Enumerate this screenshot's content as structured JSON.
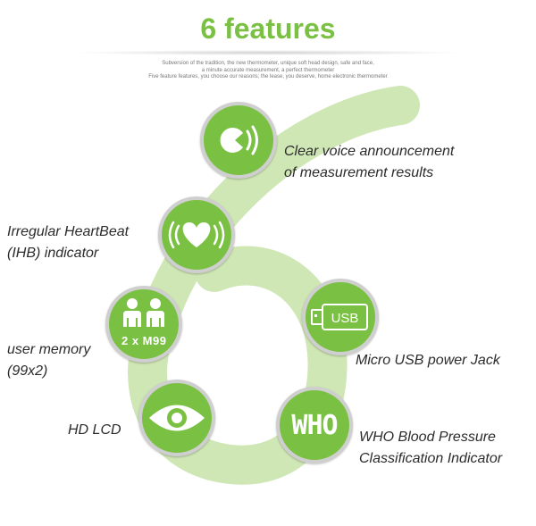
{
  "header": {
    "title": "6 features",
    "subtitle_lines": [
      "Subversion of the tradition, the new thermometer, unique soft head design, safe and face,",
      "a minute accurate measurement, a perfect thermometer",
      "Five feature features, you choose our reasons; the lease, you deserve, home electronic thermometer"
    ]
  },
  "colors": {
    "brand_green": "#7ac143",
    "six_green": "#cfe6b5",
    "badge_ring": "#cfcfcf",
    "text": "#2b2b2b"
  },
  "features": {
    "voice": {
      "icon": "voice-speaker-icon",
      "lines": [
        "Clear voice announcement",
        "of measurement results"
      ]
    },
    "ihb": {
      "icon": "heartbeat-icon",
      "lines": [
        "Irregular HeartBeat",
        "(IHB) indicator"
      ]
    },
    "memory": {
      "icon": "two-users-icon",
      "badge_text": "2 x M99",
      "lines": [
        "user memory",
        "(99x2)"
      ]
    },
    "usb": {
      "icon": "usb-icon",
      "badge_text": "USB",
      "lines": [
        "Micro USB power Jack"
      ]
    },
    "lcd": {
      "icon": "eye-icon",
      "lines": [
        "HD LCD"
      ]
    },
    "who": {
      "icon": "who-icon",
      "badge_text": "WHO",
      "lines": [
        "WHO Blood Pressure",
        "Classification Indicator"
      ]
    }
  }
}
